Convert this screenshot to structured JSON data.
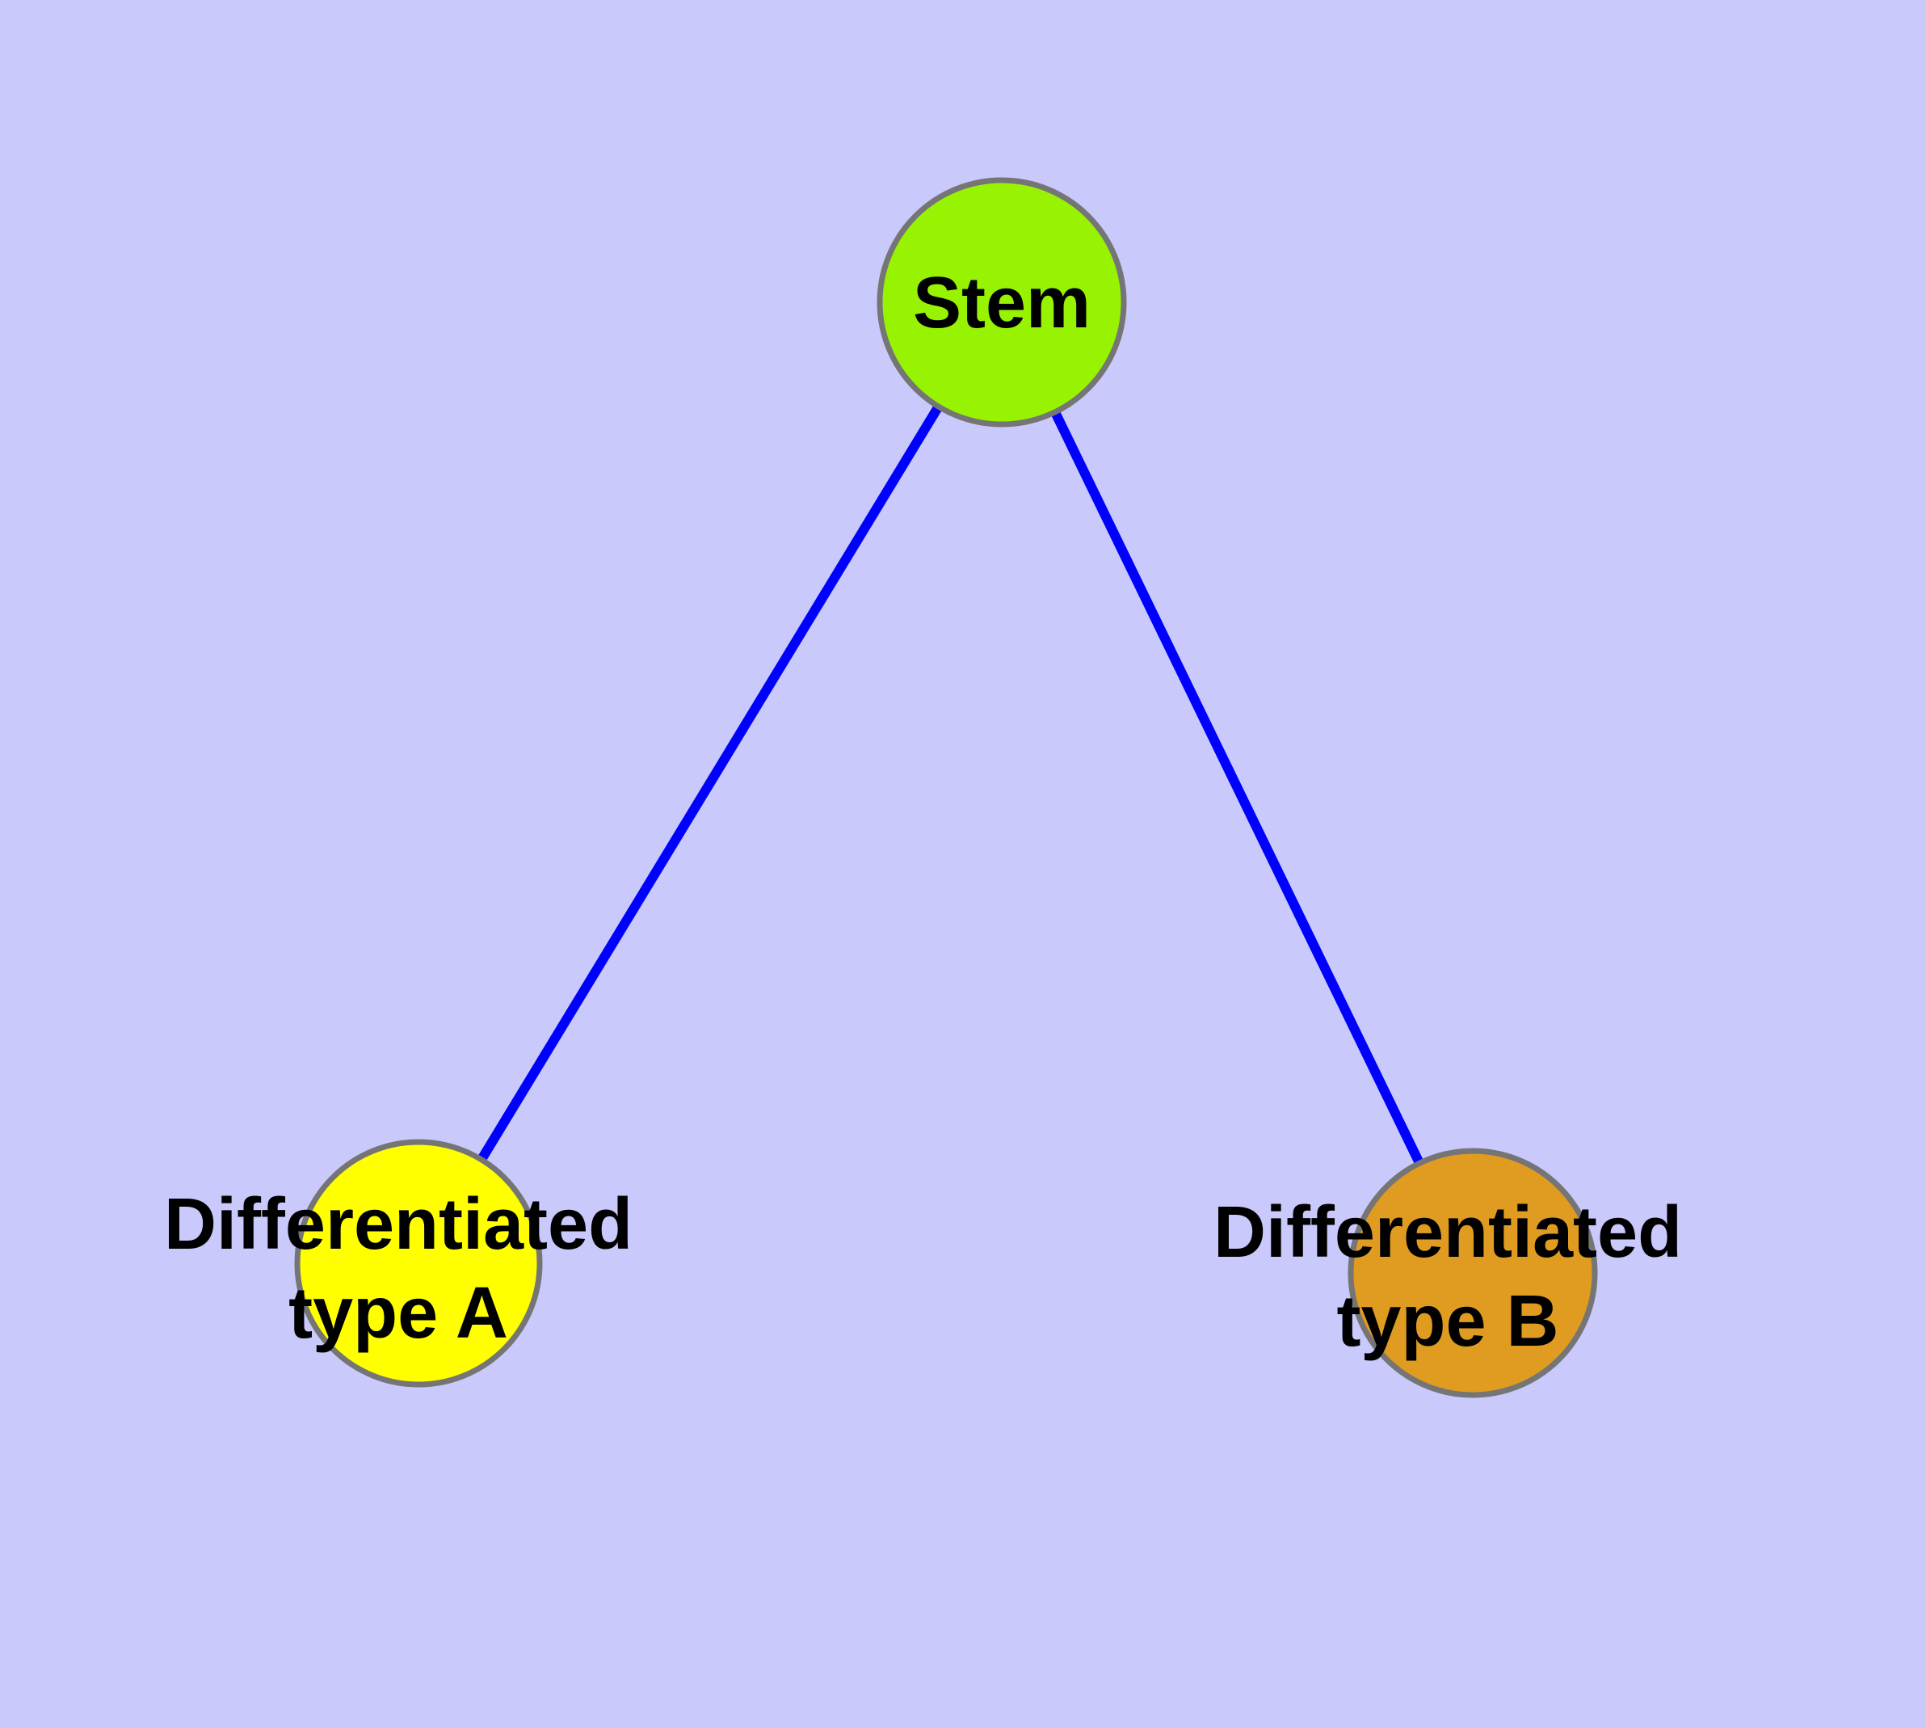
{
  "diagram": {
    "type": "graph",
    "background_color": "#c9c9fb",
    "edge_color": "#0000ff",
    "node_border_color": "#757575",
    "label_color": "#000000",
    "nodes": {
      "stem": {
        "label": "Stem",
        "fill_color": "#98f302"
      },
      "type_a": {
        "label": "Differentiated type A",
        "label_line1": "Differentiated",
        "label_line2": "type A",
        "fill_color": "#ffff00"
      },
      "type_b": {
        "label": "Differentiated type B",
        "label_line1": "Differentiated",
        "label_line2": "type B",
        "fill_color": "#e09c20"
      }
    },
    "edges": [
      {
        "from": "Stem",
        "to": "Differentiated type A"
      },
      {
        "from": "Stem",
        "to": "Differentiated type B"
      }
    ]
  }
}
